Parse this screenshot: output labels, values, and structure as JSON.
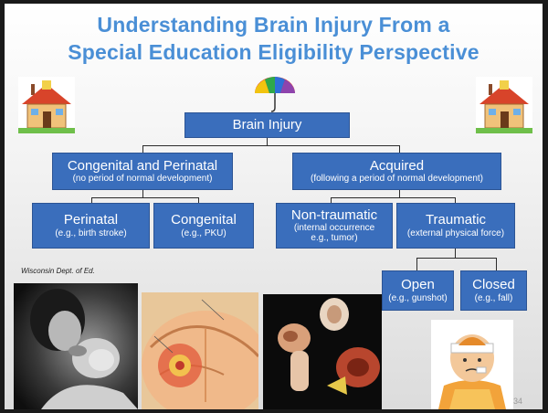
{
  "slide": {
    "title_line1": "Understanding Brain Injury From  a",
    "title_line2": "Special Education Eligibility Perspective",
    "credit": "Wisconsin Dept. of Ed.",
    "page_number": "34"
  },
  "tree": {
    "root": {
      "label": "Brain Injury"
    },
    "congenital_perinatal": {
      "label": "Congenital and Perinatal",
      "note": "(no period of normal development)"
    },
    "acquired": {
      "label": "Acquired",
      "note": "(following a period of normal development)"
    },
    "perinatal": {
      "label": "Perinatal",
      "note": "(e.g., birth stroke)"
    },
    "congenital": {
      "label": "Congenital",
      "note": "(e.g., PKU)"
    },
    "non_traumatic": {
      "label": "Non-traumatic",
      "note1": "(internal occurrence",
      "note2": "e.g., tumor)"
    },
    "traumatic": {
      "label": "Traumatic",
      "note": "(external physical force)"
    },
    "open": {
      "label": "Open",
      "note": "(e.g., gunshot)"
    },
    "closed": {
      "label": "Closed",
      "note": "(e.g., fall)"
    }
  },
  "colors": {
    "box_fill": "#3a6ebc",
    "title": "#4a8fd6",
    "connector": "#2b2b2b"
  },
  "images": [
    "schoolhouse-left-icon",
    "umbrella-icon",
    "schoolhouse-right-icon",
    "parent-infant-photo",
    "brain-tumor-illustration",
    "anatomy-collage",
    "bandaged-boy-illustration"
  ]
}
